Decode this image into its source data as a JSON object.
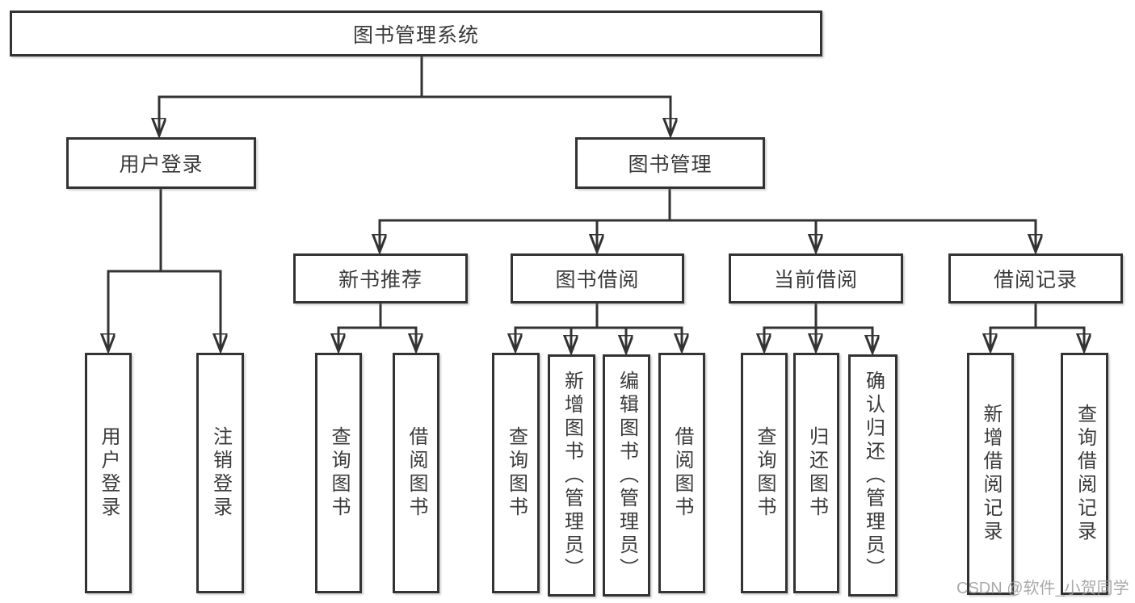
{
  "diagram_title": "图书管理系统",
  "nodes": {
    "root": {
      "label": "图书管理系统"
    },
    "user_login": {
      "label": "用户登录"
    },
    "book_mgmt": {
      "label": "图书管理"
    },
    "new_book_rec": {
      "label": "新书推荐"
    },
    "book_borrow": {
      "label": "图书借阅"
    },
    "current_borrow": {
      "label": "当前借阅"
    },
    "borrow_records": {
      "label": "借阅记录"
    },
    "leaf_user_login": {
      "label": "用户登录"
    },
    "leaf_logout": {
      "label": "注销登录"
    },
    "leaf_query_book_rec": {
      "label": "查询图书"
    },
    "leaf_borrow_book_rec": {
      "label": "借阅图书"
    },
    "leaf_query_book_borrow": {
      "label": "查询图书"
    },
    "leaf_add_book": {
      "label": "新增图书（管理员）"
    },
    "leaf_edit_book": {
      "label": "编辑图书（管理员）"
    },
    "leaf_borrow_book_borrow": {
      "label": "借阅图书"
    },
    "leaf_query_book_current": {
      "label": "查询图书"
    },
    "leaf_return_book": {
      "label": "归还图书"
    },
    "leaf_confirm_return": {
      "label": "确认归还（管理员）"
    },
    "leaf_add_borrow_record": {
      "label": "新增借阅记录"
    },
    "leaf_query_borrow_record": {
      "label": "查询借阅记录"
    }
  },
  "watermark": {
    "text": "CSDN @软件_小贺同学"
  },
  "colors": {
    "line": "#333333",
    "text": "#3a3a3a",
    "background": "#ffffff",
    "watermark": "#9b9b9b"
  }
}
